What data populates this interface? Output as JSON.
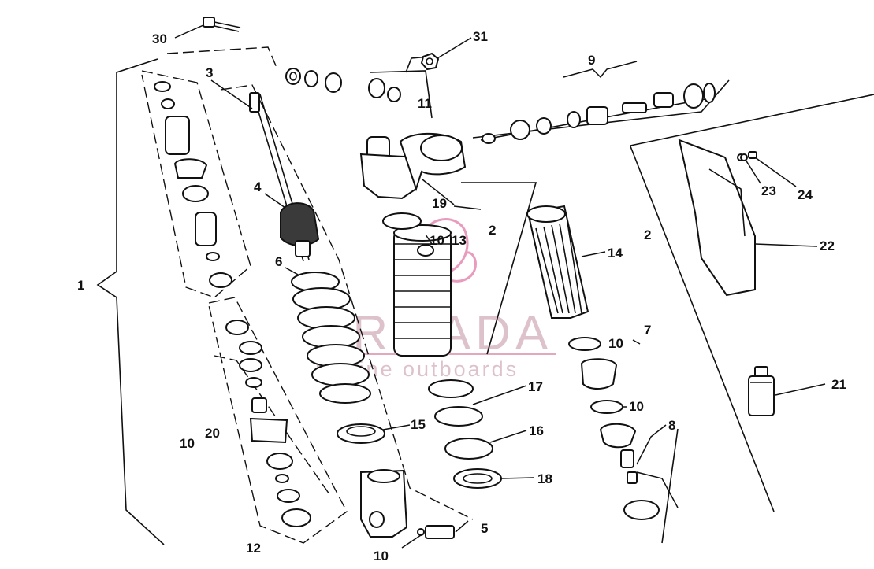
{
  "watermark": {
    "brand": "ARMADA",
    "tagline": "marine outboards"
  },
  "callouts": {
    "c30": "30",
    "c31": "31",
    "c3": "3",
    "c9": "9",
    "c11": "11",
    "c4": "4",
    "c19": "19",
    "c2a": "2",
    "c2b": "2",
    "c10a": "10",
    "c13": "13",
    "c14": "14",
    "c22": "22",
    "c23": "23",
    "c24": "24",
    "c1": "1",
    "c6": "6",
    "c7": "7",
    "c10b": "10",
    "c17": "17",
    "c10c": "10",
    "c8": "8",
    "c15": "15",
    "c16": "16",
    "c20": "20",
    "c10d": "10",
    "c18": "18",
    "c21": "21",
    "c5": "5",
    "c12": "12",
    "c10e": "10"
  }
}
